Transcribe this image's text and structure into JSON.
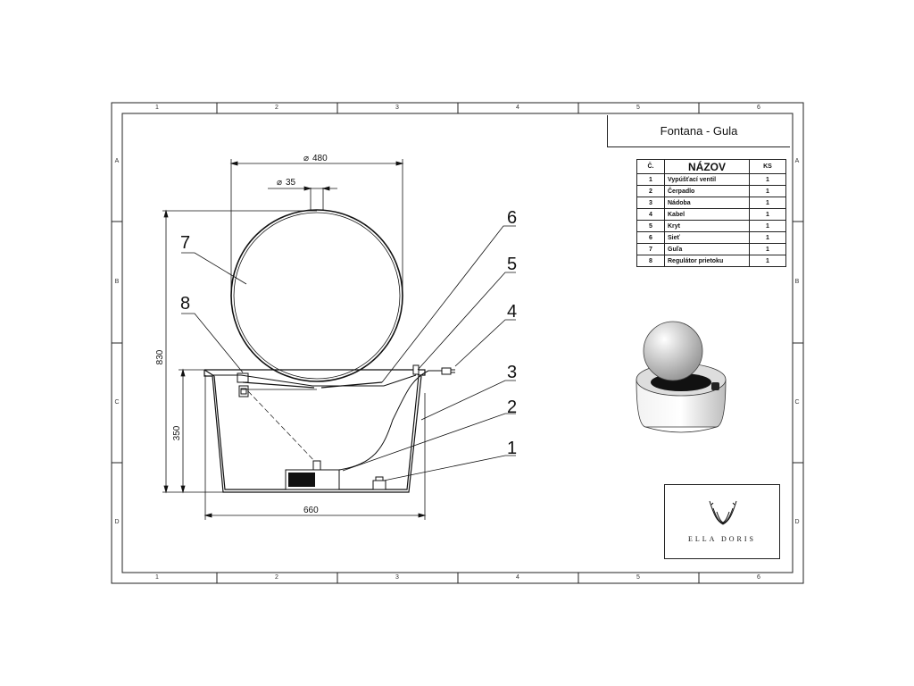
{
  "title": "Fontana - Gula",
  "frame": {
    "columns": [
      "1",
      "2",
      "3",
      "4",
      "5",
      "6"
    ],
    "rows": [
      "A",
      "B",
      "C",
      "D"
    ]
  },
  "bom": {
    "headers": {
      "number": "Č.",
      "name": "NÁZOV",
      "count": "KS"
    },
    "rows": [
      {
        "number": "1",
        "name": "Vypúšťací ventil",
        "count": "1"
      },
      {
        "number": "2",
        "name": "Čerpadlo",
        "count": "1"
      },
      {
        "number": "3",
        "name": "Nádoba",
        "count": "1"
      },
      {
        "number": "4",
        "name": "Kabel",
        "count": "1"
      },
      {
        "number": "5",
        "name": "Kryt",
        "count": "1"
      },
      {
        "number": "6",
        "name": "Sieť",
        "count": "1"
      },
      {
        "number": "7",
        "name": "Guľa",
        "count": "1"
      },
      {
        "number": "8",
        "name": "Regulátor prietoku",
        "count": "1"
      }
    ]
  },
  "dimensions": {
    "sphere_diameter": "480",
    "pipe_diameter": "35",
    "total_height": "830",
    "bowl_height": "350",
    "bowl_width": "660"
  },
  "callouts": [
    "1",
    "2",
    "3",
    "4",
    "5",
    "6",
    "7",
    "8"
  ],
  "logo": {
    "brand": "ELLA DORIS"
  }
}
